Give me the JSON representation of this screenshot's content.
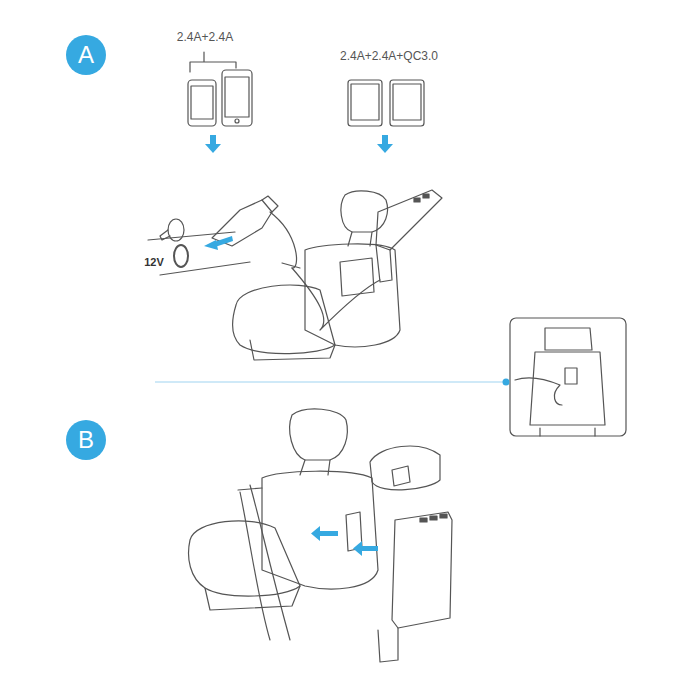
{
  "diagram": {
    "nodes": [
      {
        "text": [
          "A"
        ]
      },
      {
        "text": [
          "B"
        ]
      }
    ],
    "labels": [
      "2.4A+2.4A",
      "2.4A+2.4A+QC3.0",
      "12V"
    ]
  }
}
